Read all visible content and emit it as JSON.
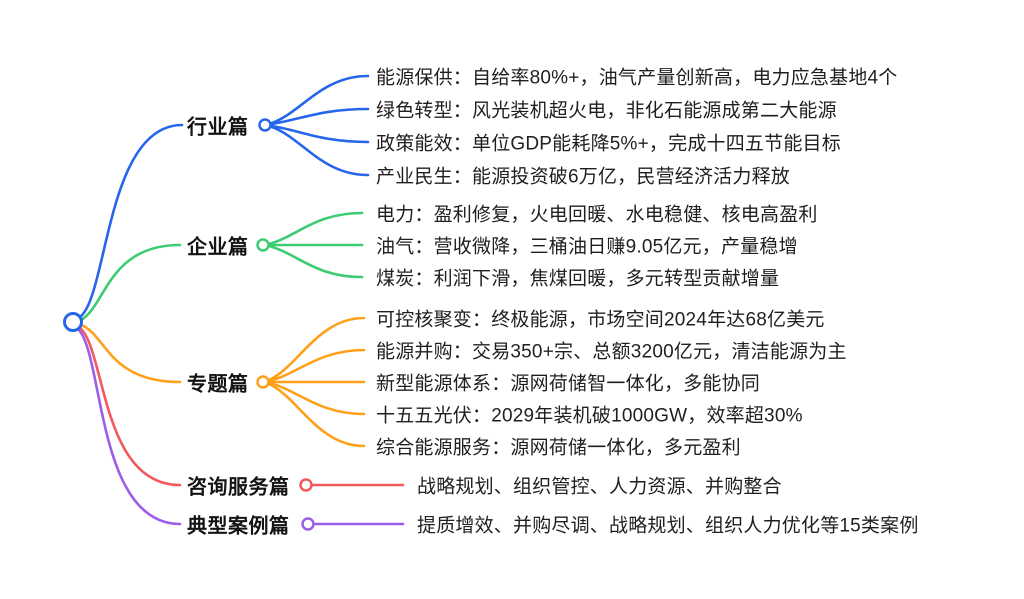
{
  "root": {
    "color": "#2566eb"
  },
  "branches": [
    {
      "label": "行业篇",
      "color": "#2566eb",
      "children": [
        "能源保供：自给率80%+，油气产量创新高，电力应急基地4个",
        "绿色转型：风光装机超火电，非化石能源成第二大能源",
        "政策能效：单位GDP能耗降5%+，完成十四五节能目标",
        "产业民生：能源投资破6万亿，民营经济活力释放"
      ]
    },
    {
      "label": "企业篇",
      "color": "#3dcc74",
      "children": [
        "电力：盈利修复，火电回暖、水电稳健、核电高盈利",
        "油气：营收微降，三桶油日赚9.05亿元，产量稳增",
        "煤炭：利润下滑，焦煤回暖，多元转型贡献增量"
      ]
    },
    {
      "label": "专题篇",
      "color": "#ffa019",
      "children": [
        "可控核聚变：终极能源，市场空间2024年达68亿美元",
        "能源并购：交易350+宗、总额3200亿元，清洁能源为主",
        "新型能源体系：源网荷储智一体化，多能协同",
        "十五五光伏：2029年装机破1000GW，效率超30%",
        "综合能源服务：源网荷储一体化，多元盈利"
      ]
    },
    {
      "label": "咨询服务篇",
      "color": "#f2595c",
      "children": [
        "战略规划、组织管控、人力资源、并购整合"
      ]
    },
    {
      "label": "典型案例篇",
      "color": "#9b5ee8",
      "children": [
        "提质增效、并购尽调、战略规划、组织人力优化等15类案例"
      ]
    }
  ]
}
